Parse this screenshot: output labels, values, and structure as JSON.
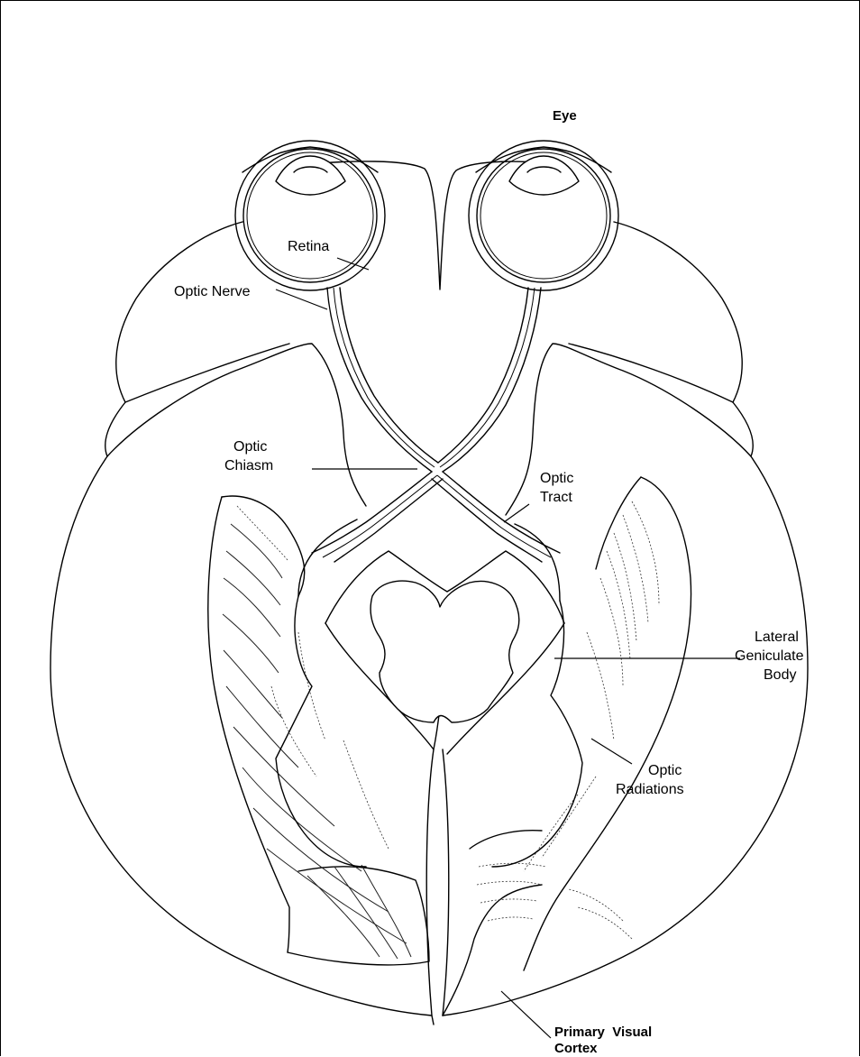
{
  "labels": {
    "eye": "Eye",
    "retina": "Retina",
    "optic_nerve": "Optic Nerve",
    "optic_chiasm_1": "Optic",
    "optic_chiasm_2": "Chiasm",
    "optic_tract_1": "Optic",
    "optic_tract_2": "Tract",
    "lgb_1": "Lateral",
    "lgb_2": "Geniculate",
    "lgb_3": "Body",
    "optic_radiations_1": "Optic",
    "optic_radiations_2": "Radiations",
    "visual_cortex_1": "Primary  Visual",
    "visual_cortex_2": "Cortex"
  }
}
